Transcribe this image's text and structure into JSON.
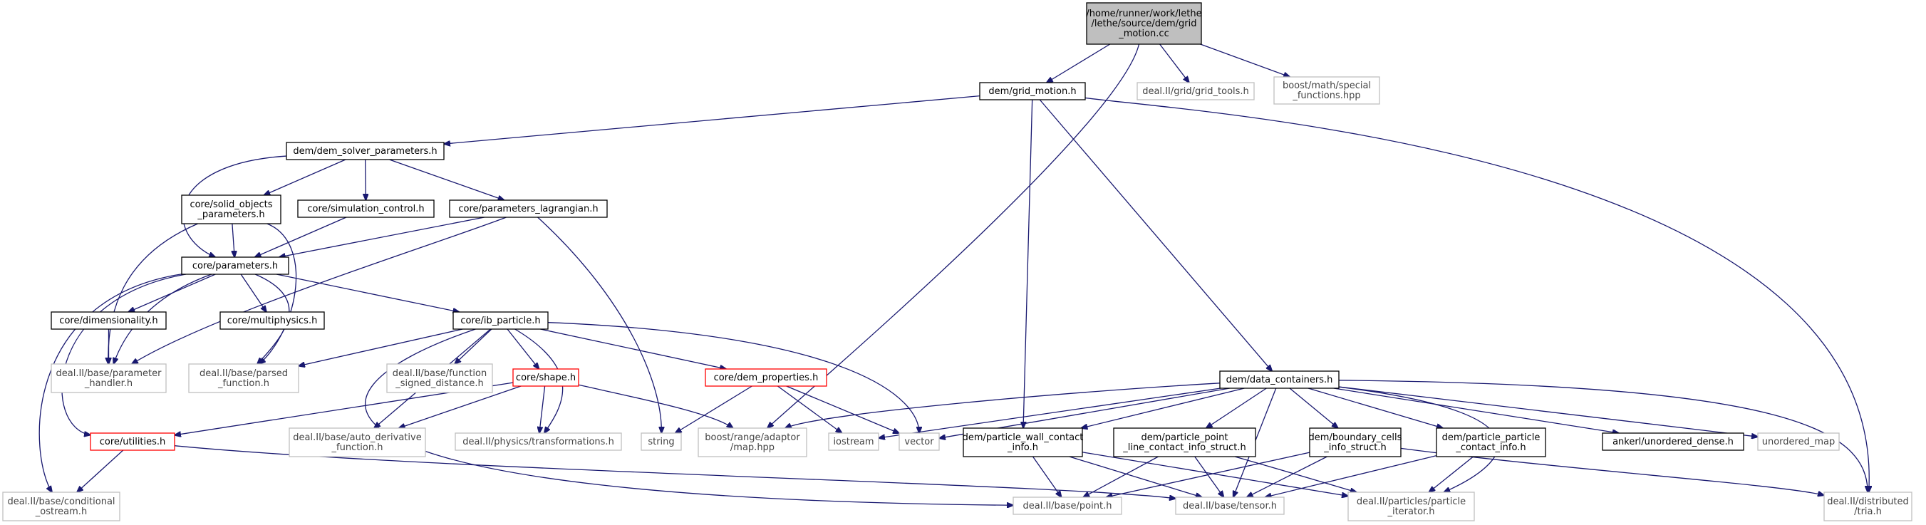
{
  "graph": {
    "colors": {
      "edge": "#191970",
      "main_fill": "#bfbfbf",
      "truncated_border": "#ff0000",
      "external_border": "#bfbfbf"
    },
    "nodes": [
      {
        "id": "root",
        "kind": "main",
        "lines": [
          "/home/runner/work/lethe",
          "/lethe/source/dem/grid",
          "_motion.cc"
        ]
      },
      {
        "id": "grid_motion_h",
        "kind": "doc",
        "lines": [
          "dem/grid_motion.h"
        ]
      },
      {
        "id": "grid_tools",
        "kind": "ext",
        "lines": [
          "deal.II/grid/grid_tools.h"
        ]
      },
      {
        "id": "special_functions",
        "kind": "ext",
        "lines": [
          "boost/math/special",
          "_functions.hpp"
        ]
      },
      {
        "id": "dem_solver_parameters",
        "kind": "doc",
        "lines": [
          "dem/dem_solver_parameters.h"
        ]
      },
      {
        "id": "solid_objects",
        "kind": "doc",
        "lines": [
          "core/solid_objects",
          "_parameters.h"
        ]
      },
      {
        "id": "simulation_control",
        "kind": "doc",
        "lines": [
          "core/simulation_control.h"
        ]
      },
      {
        "id": "parameters_lagrangian",
        "kind": "doc",
        "lines": [
          "core/parameters_lagrangian.h"
        ]
      },
      {
        "id": "parameters",
        "kind": "doc",
        "lines": [
          "core/parameters.h"
        ]
      },
      {
        "id": "dimensionality",
        "kind": "doc",
        "lines": [
          "core/dimensionality.h"
        ]
      },
      {
        "id": "multiphysics",
        "kind": "doc",
        "lines": [
          "core/multiphysics.h"
        ]
      },
      {
        "id": "ib_particle",
        "kind": "doc",
        "lines": [
          "core/ib_particle.h"
        ]
      },
      {
        "id": "parameter_handler",
        "kind": "ext",
        "lines": [
          "deal.II/base/parameter",
          "_handler.h"
        ]
      },
      {
        "id": "parsed_function",
        "kind": "ext",
        "lines": [
          "deal.II/base/parsed",
          "_function.h"
        ]
      },
      {
        "id": "function_signed",
        "kind": "ext",
        "lines": [
          "deal.II/base/function",
          "_signed_distance.h"
        ]
      },
      {
        "id": "shape",
        "kind": "trunc",
        "lines": [
          "core/shape.h"
        ]
      },
      {
        "id": "dem_properties",
        "kind": "trunc",
        "lines": [
          "core/dem_properties.h"
        ]
      },
      {
        "id": "utilities",
        "kind": "trunc",
        "lines": [
          "core/utilities.h"
        ]
      },
      {
        "id": "auto_derivative",
        "kind": "ext",
        "lines": [
          "deal.II/base/auto_derivative",
          "_function.h"
        ]
      },
      {
        "id": "transformations",
        "kind": "ext",
        "lines": [
          "deal.II/physics/transformations.h"
        ]
      },
      {
        "id": "string",
        "kind": "ext",
        "lines": [
          "string"
        ]
      },
      {
        "id": "adaptor_map",
        "kind": "ext",
        "lines": [
          "boost/range/adaptor",
          "/map.hpp"
        ]
      },
      {
        "id": "iostream",
        "kind": "ext",
        "lines": [
          "iostream"
        ]
      },
      {
        "id": "vector",
        "kind": "ext",
        "lines": [
          "vector"
        ]
      },
      {
        "id": "data_containers",
        "kind": "doc",
        "lines": [
          "dem/data_containers.h"
        ]
      },
      {
        "id": "particle_wall",
        "kind": "doc",
        "lines": [
          "dem/particle_wall_contact",
          "_info.h"
        ]
      },
      {
        "id": "point_line",
        "kind": "doc",
        "lines": [
          "dem/particle_point",
          "_line_contact_info_struct.h"
        ]
      },
      {
        "id": "boundary_cells",
        "kind": "doc",
        "lines": [
          "dem/boundary_cells",
          "_info_struct.h"
        ]
      },
      {
        "id": "pp_contact",
        "kind": "doc",
        "lines": [
          "dem/particle_particle",
          "_contact_info.h"
        ]
      },
      {
        "id": "ankerl",
        "kind": "doc",
        "lines": [
          "ankerl/unordered_dense.h"
        ]
      },
      {
        "id": "unordered_map",
        "kind": "ext",
        "lines": [
          "unordered_map"
        ]
      },
      {
        "id": "conditional_ostream",
        "kind": "ext",
        "lines": [
          "deal.II/base/conditional",
          "_ostream.h"
        ]
      },
      {
        "id": "point",
        "kind": "ext",
        "lines": [
          "deal.II/base/point.h"
        ]
      },
      {
        "id": "tensor",
        "kind": "ext",
        "lines": [
          "deal.II/base/tensor.h"
        ]
      },
      {
        "id": "particle_iterator",
        "kind": "ext",
        "lines": [
          "deal.II/particles/particle",
          "_iterator.h"
        ]
      },
      {
        "id": "distributed_tria",
        "kind": "ext",
        "lines": [
          "deal.II/distributed",
          "/tria.h"
        ]
      }
    ],
    "edges": [
      [
        "root",
        "grid_motion_h"
      ],
      [
        "root",
        "grid_tools"
      ],
      [
        "root",
        "special_functions"
      ],
      [
        "root",
        "adaptor_map"
      ],
      [
        "grid_motion_h",
        "dem_solver_parameters"
      ],
      [
        "grid_motion_h",
        "particle_wall"
      ],
      [
        "grid_motion_h",
        "data_containers"
      ],
      [
        "grid_motion_h",
        "distributed_tria"
      ],
      [
        "dem_solver_parameters",
        "solid_objects"
      ],
      [
        "dem_solver_parameters",
        "simulation_control"
      ],
      [
        "dem_solver_parameters",
        "parameters_lagrangian"
      ],
      [
        "dem_solver_parameters",
        "parameters"
      ],
      [
        "solid_objects",
        "parameters"
      ],
      [
        "solid_objects",
        "parameter_handler"
      ],
      [
        "solid_objects",
        "parsed_function"
      ],
      [
        "simulation_control",
        "parameters"
      ],
      [
        "parameters_lagrangian",
        "parameters"
      ],
      [
        "parameters_lagrangian",
        "parameter_handler"
      ],
      [
        "parameters_lagrangian",
        "string"
      ],
      [
        "parameters",
        "dimensionality"
      ],
      [
        "parameters",
        "multiphysics"
      ],
      [
        "parameters",
        "ib_particle"
      ],
      [
        "parameters",
        "parameter_handler"
      ],
      [
        "parameters",
        "parsed_function"
      ],
      [
        "parameters",
        "utilities"
      ],
      [
        "parameters",
        "conditional_ostream"
      ],
      [
        "dimensionality",
        "parameter_handler"
      ],
      [
        "ib_particle",
        "parsed_function"
      ],
      [
        "ib_particle",
        "function_signed"
      ],
      [
        "ib_particle",
        "shape"
      ],
      [
        "ib_particle",
        "auto_derivative"
      ],
      [
        "ib_particle",
        "transformations"
      ],
      [
        "ib_particle",
        "dem_properties"
      ],
      [
        "ib_particle",
        "vector"
      ],
      [
        "ib_particle",
        "point"
      ],
      [
        "shape",
        "utilities"
      ],
      [
        "shape",
        "auto_derivative"
      ],
      [
        "shape",
        "transformations"
      ],
      [
        "shape",
        "adaptor_map"
      ],
      [
        "dem_properties",
        "string"
      ],
      [
        "dem_properties",
        "iostream"
      ],
      [
        "dem_properties",
        "vector"
      ],
      [
        "utilities",
        "conditional_ostream"
      ],
      [
        "utilities",
        "tensor"
      ],
      [
        "data_containers",
        "adaptor_map"
      ],
      [
        "data_containers",
        "iostream"
      ],
      [
        "data_containers",
        "vector"
      ],
      [
        "data_containers",
        "particle_wall"
      ],
      [
        "data_containers",
        "point_line"
      ],
      [
        "data_containers",
        "boundary_cells"
      ],
      [
        "data_containers",
        "pp_contact"
      ],
      [
        "data_containers",
        "ankerl"
      ],
      [
        "data_containers",
        "unordered_map"
      ],
      [
        "data_containers",
        "distributed_tria"
      ],
      [
        "data_containers",
        "tensor"
      ],
      [
        "data_containers",
        "particle_iterator"
      ],
      [
        "particle_wall",
        "point"
      ],
      [
        "particle_wall",
        "tensor"
      ],
      [
        "particle_wall",
        "particle_iterator"
      ],
      [
        "point_line",
        "point"
      ],
      [
        "point_line",
        "tensor"
      ],
      [
        "point_line",
        "particle_iterator"
      ],
      [
        "boundary_cells",
        "point"
      ],
      [
        "boundary_cells",
        "tensor"
      ],
      [
        "boundary_cells",
        "distributed_tria"
      ],
      [
        "pp_contact",
        "tensor"
      ],
      [
        "pp_contact",
        "particle_iterator"
      ]
    ]
  }
}
